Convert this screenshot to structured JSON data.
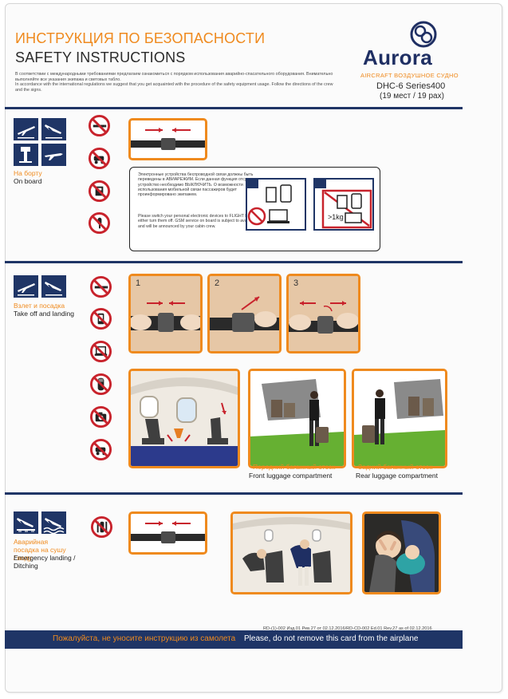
{
  "header": {
    "title_ru": "ИНСТРУКЦИЯ ПО БЕЗОПАСНОСТИ",
    "title_en": "SAFETY INSTRUCTIONS",
    "intro_ru": "В соответствии с международными требованиями предлагаем ознакомиться с порядком использования аварийно-спасательного оборудования. Внимательно выполняйте все указания экипажа и световых табло.",
    "intro_en": "In accordance with the international regulations we suggest that you get acquainted with the procedure of the safety equipment usage. Follow the directions of the crew and the signs."
  },
  "brand": {
    "name": "Aurora",
    "subtitle_en": "AIRCRAFT",
    "subtitle_ru": "ВОЗДУШНОЕ СУДНО",
    "model": "DHC-6 Series400",
    "seats": "(19 мест / 19 pax)"
  },
  "sections": {
    "on_board": {
      "label_ru": "На борту",
      "label_en": "On board"
    },
    "takeoff": {
      "label_ru": "Взлет и посадка",
      "label_en": "Take off and landing"
    },
    "emergency": {
      "label_ru": "Аварийная посадка на сушу / воду",
      "label_en_1": "Emergency landing /",
      "label_en_2": "Ditching"
    }
  },
  "electronics": {
    "text_ru": "Электронные устройства беспроводной связи должны быть переведены в АВИАРЕЖИМ. Если данная функция отсутствует, устройство необходимо ВЫКЛЮЧИТЬ. О возможности использования мобильной связи пассажиров будет проинформировано экипажем.",
    "text_en": "Please switch your personal electronic devices to FLIGHT MODE either turn them off. GSM service on board is subject to availability and will be announced by your cabin crew.",
    "weight_label": ">1kg"
  },
  "steps": {
    "s1": "1",
    "s2": "2",
    "s3": "3"
  },
  "luggage": {
    "front_ru": "Передний багажный отсек",
    "front_en": "Front luggage compartment",
    "rear_ru": "Задний багажный отсек",
    "rear_en": "Rear luggage compartment"
  },
  "reference": "RD-(1)-002 Изд.01 Рев.27 от 02.12.2016/RD-CD-002 Ed.01 Rev.27 as of 02.12.2016",
  "footer": {
    "ru": "Пожалуйста, не уносите инструкцию из самолета",
    "en": "Please, do not remove this card from the airplane"
  },
  "colors": {
    "accent": "#ef8a1e",
    "navy": "#1f3566",
    "prohibit_red": "#c8232c"
  }
}
